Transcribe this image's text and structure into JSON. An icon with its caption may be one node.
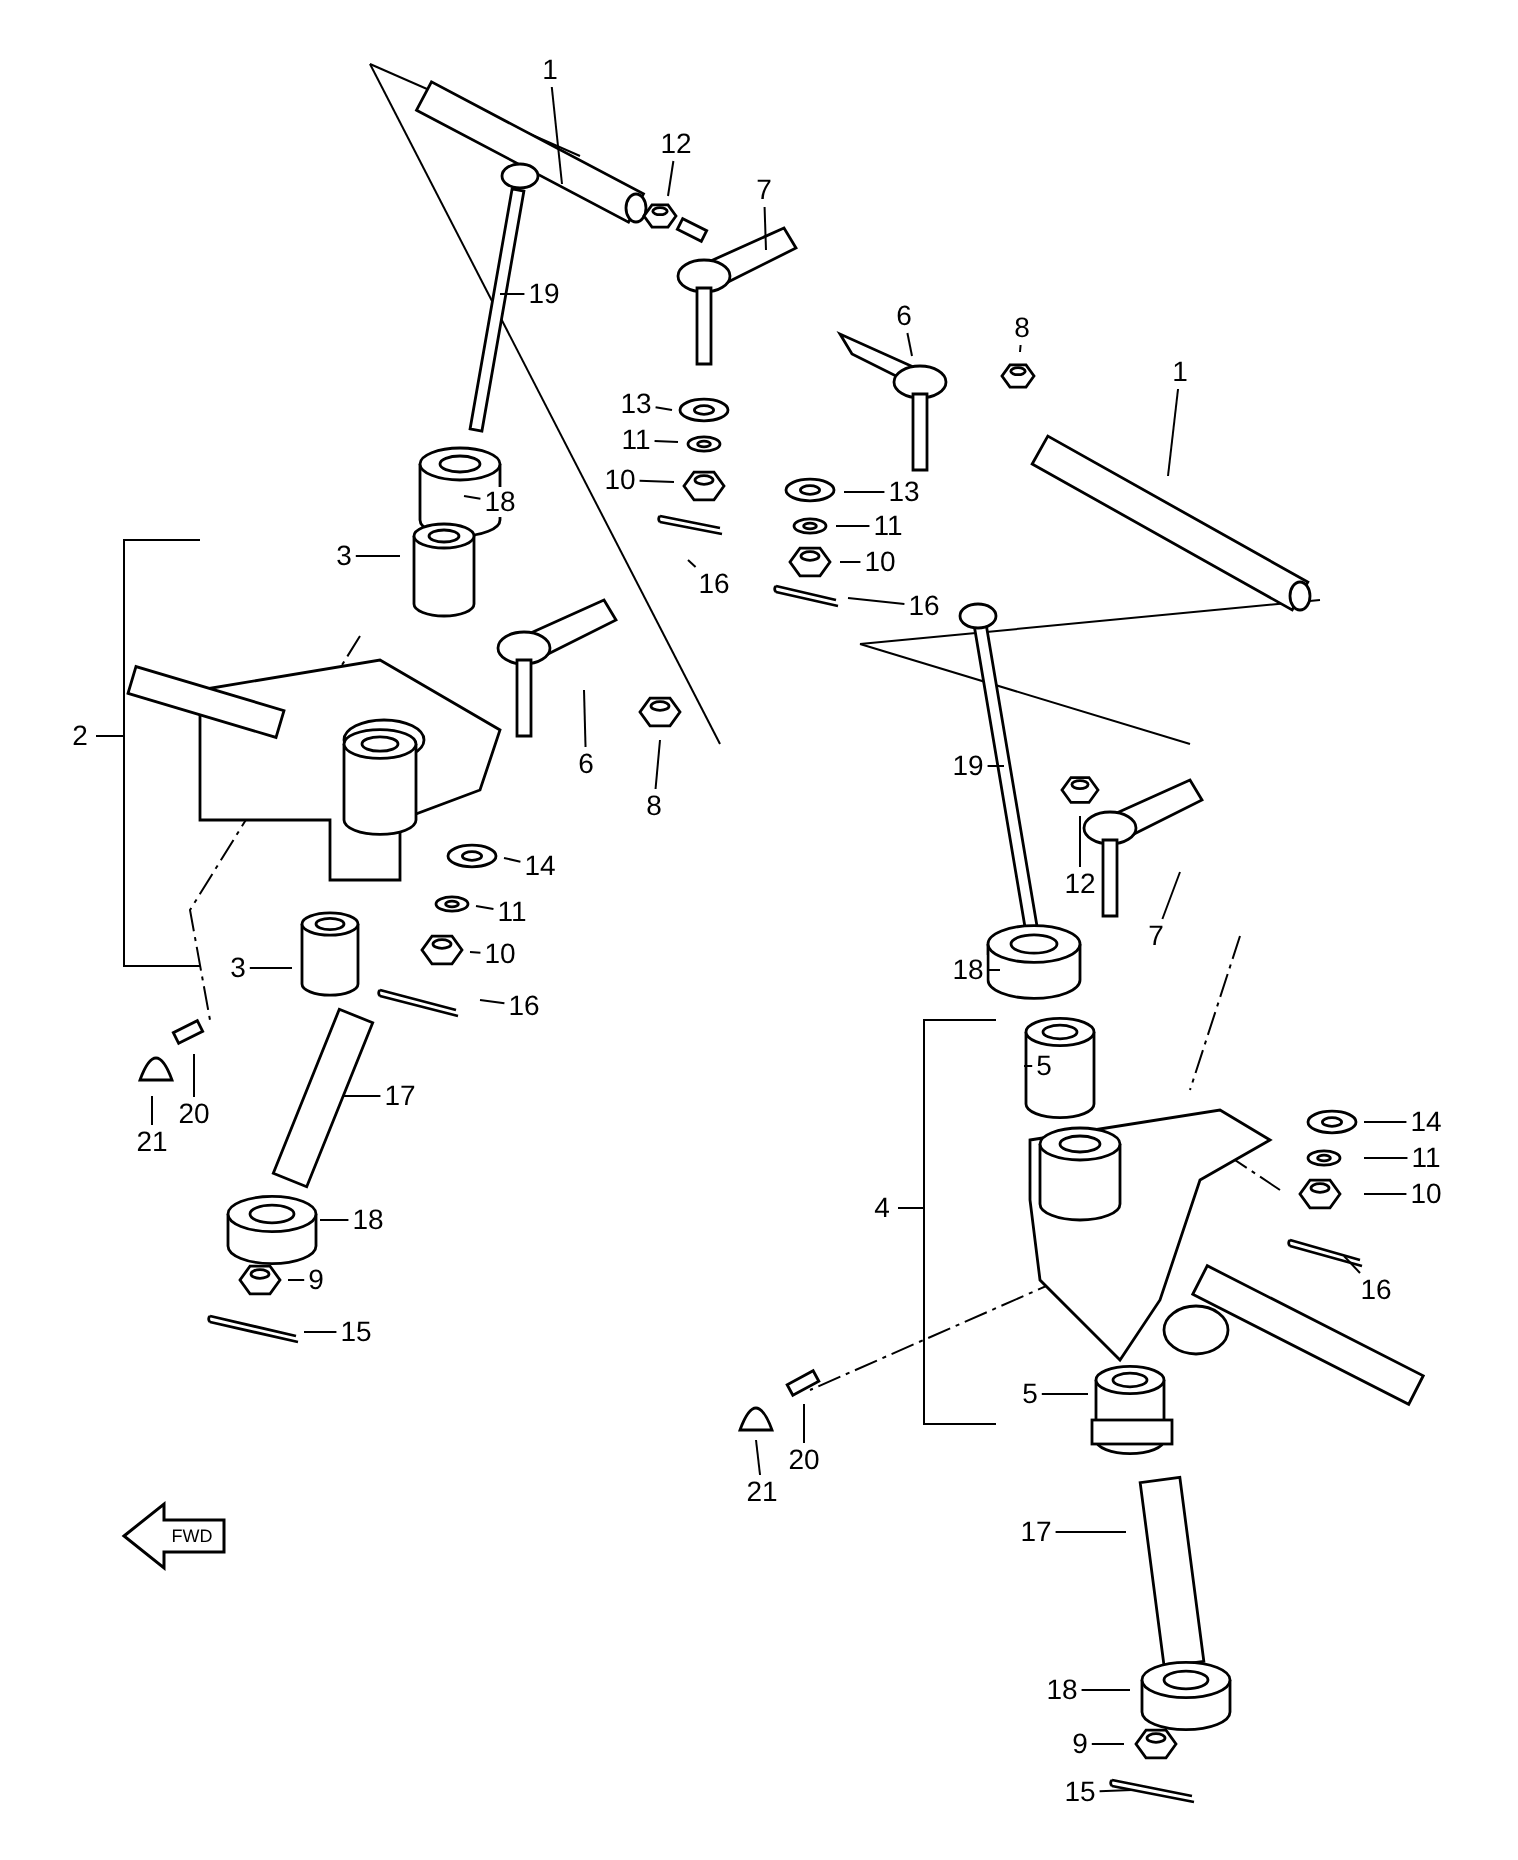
{
  "diagram": {
    "nodes": [
      {
        "text": [
          "1"
        ]
      },
      {
        "text": [
          "12"
        ]
      },
      {
        "text": [
          "7"
        ]
      },
      {
        "text": [
          "19"
        ]
      },
      {
        "text": [
          "13"
        ]
      },
      {
        "text": [
          "11"
        ]
      },
      {
        "text": [
          "10"
        ]
      },
      {
        "text": [
          "18"
        ]
      },
      {
        "text": [
          "3"
        ]
      },
      {
        "text": [
          "16"
        ]
      },
      {
        "text": [
          "6"
        ]
      },
      {
        "text": [
          "8"
        ]
      },
      {
        "text": [
          "14"
        ]
      },
      {
        "text": [
          "11"
        ]
      },
      {
        "text": [
          "10"
        ]
      },
      {
        "text": [
          "3"
        ]
      },
      {
        "text": [
          "16"
        ]
      },
      {
        "text": [
          "20"
        ]
      },
      {
        "text": [
          "21"
        ]
      },
      {
        "text": [
          "17"
        ]
      },
      {
        "text": [
          "18"
        ]
      },
      {
        "text": [
          "9"
        ]
      },
      {
        "text": [
          "15"
        ]
      },
      {
        "text": [
          "6"
        ]
      },
      {
        "text": [
          "8"
        ]
      },
      {
        "text": [
          "1"
        ]
      },
      {
        "text": [
          "13"
        ]
      },
      {
        "text": [
          "11"
        ]
      },
      {
        "text": [
          "10"
        ]
      },
      {
        "text": [
          "16"
        ]
      },
      {
        "text": [
          "19"
        ]
      },
      {
        "text": [
          "12"
        ]
      },
      {
        "text": [
          "7"
        ]
      },
      {
        "text": [
          "18"
        ]
      },
      {
        "text": [
          "5"
        ]
      },
      {
        "text": [
          "14"
        ]
      },
      {
        "text": [
          "11"
        ]
      },
      {
        "text": [
          "10"
        ]
      },
      {
        "text": [
          "16"
        ]
      },
      {
        "text": [
          "5"
        ]
      },
      {
        "text": [
          "21"
        ]
      },
      {
        "text": [
          "20"
        ]
      },
      {
        "text": [
          "17"
        ]
      },
      {
        "text": [
          "18"
        ]
      },
      {
        "text": [
          "9"
        ]
      },
      {
        "text": [
          "15"
        ]
      }
    ],
    "edges": [
      {
        "from": 0,
        "to": null,
        "arrow": "none"
      },
      {
        "from": 1,
        "to": null,
        "arrow": "none"
      },
      {
        "from": 2,
        "to": null,
        "arrow": "none"
      },
      {
        "from": 3,
        "to": null,
        "arrow": "none"
      },
      {
        "from": 4,
        "to": null,
        "arrow": "none"
      },
      {
        "from": 5,
        "to": null,
        "arrow": "none"
      },
      {
        "from": 6,
        "to": null,
        "arrow": "none"
      },
      {
        "from": 7,
        "to": null,
        "arrow": "none"
      },
      {
        "from": 8,
        "to": null,
        "arrow": "none"
      },
      {
        "from": 9,
        "to": null,
        "arrow": "none"
      },
      {
        "from": 10,
        "to": null,
        "arrow": "none"
      },
      {
        "from": 11,
        "to": null,
        "arrow": "none"
      },
      {
        "from": 12,
        "to": null,
        "arrow": "none"
      },
      {
        "from": 13,
        "to": null,
        "arrow": "none"
      },
      {
        "from": 14,
        "to": null,
        "arrow": "none"
      },
      {
        "from": 15,
        "to": null,
        "arrow": "none"
      },
      {
        "from": 16,
        "to": null,
        "arrow": "none"
      },
      {
        "from": 17,
        "to": null,
        "arrow": "none"
      },
      {
        "from": 18,
        "to": null,
        "arrow": "none"
      },
      {
        "from": 19,
        "to": null,
        "arrow": "none"
      },
      {
        "from": 20,
        "to": null,
        "arrow": "none"
      },
      {
        "from": 21,
        "to": null,
        "arrow": "none"
      },
      {
        "from": 22,
        "to": null,
        "arrow": "none"
      },
      {
        "from": 23,
        "to": null,
        "arrow": "none"
      },
      {
        "from": 24,
        "to": null,
        "arrow": "none"
      },
      {
        "from": 25,
        "to": null,
        "arrow": "none"
      },
      {
        "from": 26,
        "to": null,
        "arrow": "none"
      },
      {
        "from": 27,
        "to": null,
        "arrow": "none"
      },
      {
        "from": 28,
        "to": null,
        "arrow": "none"
      },
      {
        "from": 29,
        "to": null,
        "arrow": "none"
      },
      {
        "from": 30,
        "to": null,
        "arrow": "none"
      },
      {
        "from": 31,
        "to": null,
        "arrow": "none"
      },
      {
        "from": 32,
        "to": null,
        "arrow": "none"
      },
      {
        "from": 33,
        "to": null,
        "arrow": "none"
      },
      {
        "from": 34,
        "to": null,
        "arrow": "none"
      },
      {
        "from": 35,
        "to": null,
        "arrow": "none"
      },
      {
        "from": 36,
        "to": null,
        "arrow": "none"
      },
      {
        "from": 37,
        "to": null,
        "arrow": "none"
      },
      {
        "from": 38,
        "to": null,
        "arrow": "none"
      },
      {
        "from": 39,
        "to": null,
        "arrow": "none"
      },
      {
        "from": 40,
        "to": null,
        "arrow": "none"
      },
      {
        "from": 41,
        "to": null,
        "arrow": "none"
      },
      {
        "from": 42,
        "to": null,
        "arrow": "none"
      },
      {
        "from": 43,
        "to": null,
        "arrow": "none"
      },
      {
        "from": 44,
        "to": null,
        "arrow": "none"
      },
      {
        "from": 45,
        "to": null,
        "arrow": "none"
      }
    ],
    "labels": [
      "2",
      "4",
      "FWD"
    ]
  }
}
